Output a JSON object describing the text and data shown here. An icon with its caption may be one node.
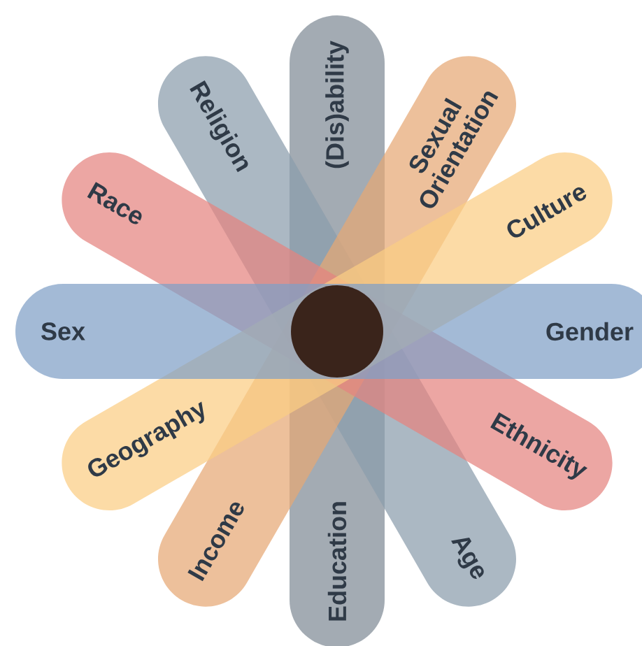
{
  "diagram": {
    "nodes": [
      {
        "text": [
          "(Dis)ability",
          "Education"
        ]
      },
      {
        "text": [
          "Religion",
          "Age"
        ]
      },
      {
        "text": [
          "Sexual Orientation",
          "Income"
        ]
      },
      {
        "text": [
          "Race",
          "Ethnicity"
        ]
      },
      {
        "text": [
          "Culture",
          "Geography"
        ]
      },
      {
        "text": [
          "Sex",
          "Gender"
        ]
      }
    ]
  }
}
